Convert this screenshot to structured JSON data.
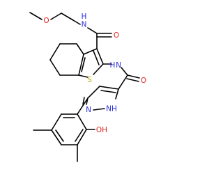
{
  "colors": {
    "background": "#ffffff",
    "bond": "#000000",
    "carbon_text": "#000000",
    "nitrogen": "#2d2dd8",
    "oxygen": "#e0261f",
    "sulfur": "#b8a000"
  },
  "atoms": {
    "o_ether": "O",
    "n_amide_top": "N",
    "h_amide_top": "H",
    "o_amide_top": "O",
    "s_thiophene": "S",
    "n_amide_mid": "N",
    "h_amide_mid": "H",
    "o_amide_mid": "O",
    "n_pyrazole_1": "N",
    "nh_pyrazole": "NH",
    "hydroxyl": "OH"
  }
}
